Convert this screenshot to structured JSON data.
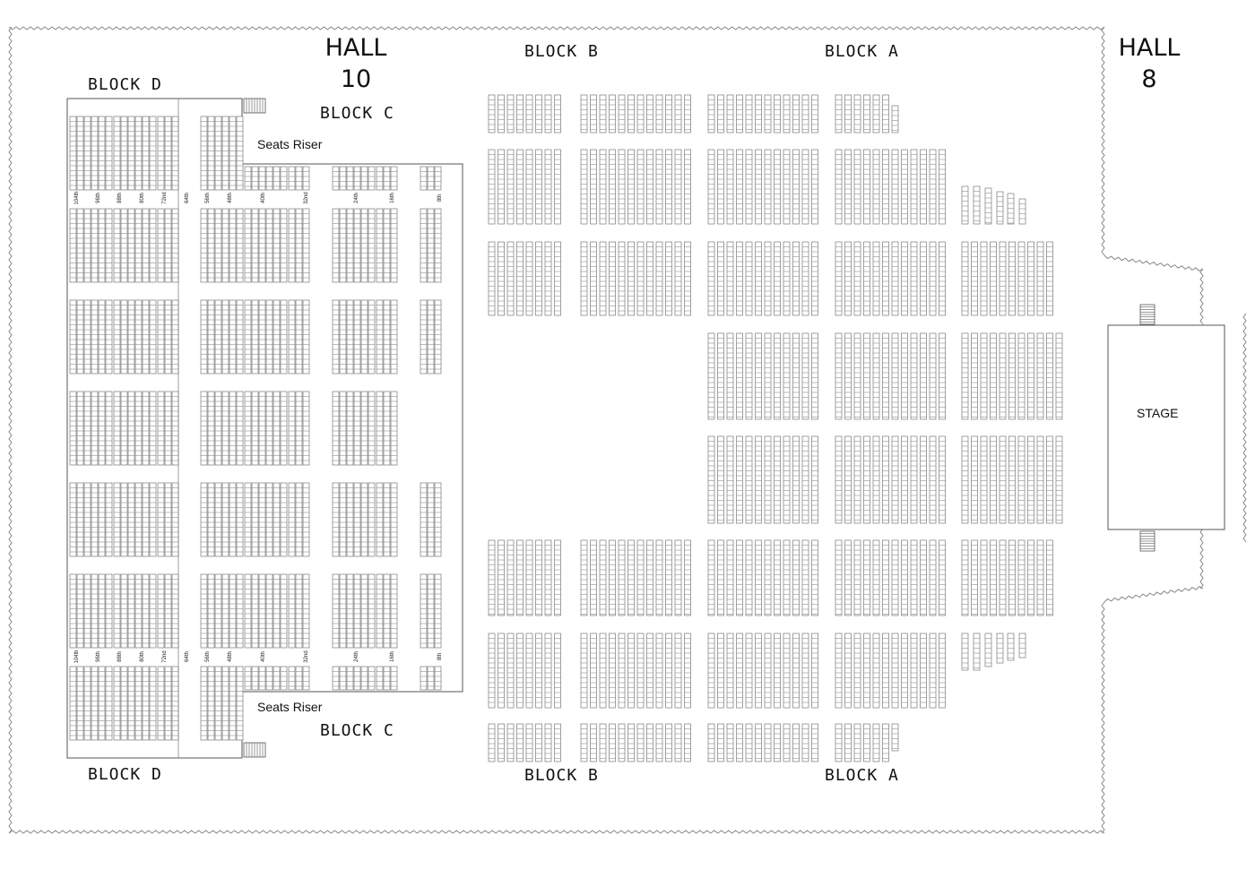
{
  "map": {
    "halls": {
      "left": [
        "HALL",
        "10"
      ],
      "right": [
        "HALL",
        "8"
      ]
    },
    "blocks": {
      "d_top": "BLOCK D",
      "d_bottom": "BLOCK D",
      "c_top": "BLOCK C",
      "c_bottom": "BLOCK C",
      "b_top": "BLOCK B",
      "b_bottom": "BLOCK B",
      "a_top": "BLOCK A",
      "a_bottom": "BLOCK A"
    },
    "risers": {
      "top": "Seats Riser",
      "bottom": "Seats Riser"
    },
    "stage": "STAGE",
    "row_numbers": [
      "104th",
      "96th",
      "88th",
      "80th",
      "72nd",
      "64th",
      "56th",
      "48th",
      "40th",
      "32nd",
      "24th",
      "16th",
      "8th"
    ],
    "colors": {
      "line": "#555555",
      "seat": "#7a7a7a",
      "boundary": "#888888",
      "text": "#111111"
    }
  }
}
